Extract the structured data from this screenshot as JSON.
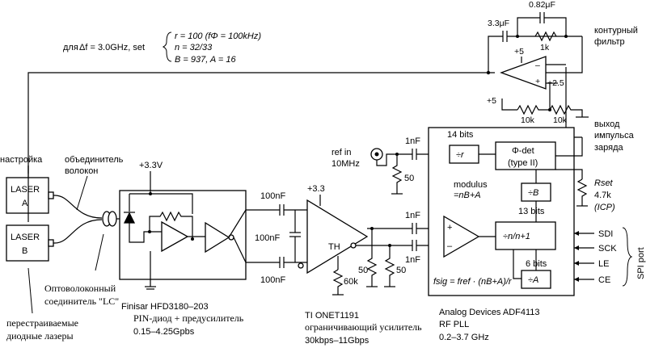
{
  "header": {
    "prefix": "для",
    "delta_f": "Δf = 3.0GHz, set",
    "eq1": "r = 100   (fΦ = 100kHz)",
    "eq2": "n = 32/33",
    "eq3": "B = 937, A = 16"
  },
  "loop_filter": {
    "c1": "3.3μF",
    "c2": "0.82μF",
    "r1": "1k",
    "label_line1": "контурный",
    "label_line2": "фильтр",
    "supply_plus5_top": "+5",
    "ref_plus25": "+2.5",
    "supply_plus5_mid": "+5",
    "r_10k_a": "10k",
    "r_10k_b": "10k"
  },
  "pulse_out": {
    "line1": "выход",
    "line2": "импульса",
    "line3": "заряда"
  },
  "lasers": {
    "tuning_label": "настройка",
    "combiner_line1": "объединитель",
    "combiner_line2": "волокон",
    "laser_a_line1": "LASER",
    "laser_a_line2": "A",
    "laser_b_line1": "LASER",
    "laser_b_line2": "B",
    "fiber_conn_line1": "Оптоволоконный",
    "fiber_conn_line2": "соединитель \"LC\"",
    "tunable_line1": "перестраиваемые",
    "tunable_line2": "диодные лазеры"
  },
  "finisar": {
    "supply": "+3.3V",
    "name": "Finisar HFD3180–203",
    "desc": "PIN-диод + предусилитель",
    "range": "0.15–4.25Gpbs"
  },
  "coupling": {
    "c_top": "100nF",
    "c_mid": "100nF",
    "c_bot": "100nF"
  },
  "ti": {
    "supply": "+3.3",
    "th": "TH",
    "r60k": "60k",
    "name": "TI  ONET1191",
    "desc": "ограничивающий усилитель",
    "range": "30kbps–11Gbps"
  },
  "terminations": {
    "r50_a": "50",
    "r50_b": "50",
    "r50_ref": "50",
    "c1nF_ref": "1nF",
    "c1nF_a": "1nF",
    "c1nF_b": "1nF"
  },
  "ref_in": {
    "line1": "ref in",
    "line2": "10MHz"
  },
  "adf": {
    "bits14": "14 bits",
    "div_r": "÷r",
    "phase_det_line1": "Φ-det",
    "phase_det_line2": "(type II)",
    "modulus_line1": "modulus",
    "modulus_line2": "=nB+A",
    "div_b": "÷B",
    "bits13": "13 bits",
    "div_n": "÷n/n+1",
    "bits6": "6 bits",
    "div_a": "÷A",
    "plus": "+",
    "minus": "–",
    "fsig": "fsig = fref · (nB+A)/r",
    "rset_line1": "Rset",
    "rset_line2": "4.7k",
    "rset_line3": "(ICP)",
    "name": "Analog Devices ADF4113",
    "desc": "RF PLL",
    "range": "0.2–3.7 GHz"
  },
  "spi": {
    "sdi": "SDI",
    "sck": "SCK",
    "le": "LE",
    "ce": "CE",
    "port": "SPI port"
  }
}
